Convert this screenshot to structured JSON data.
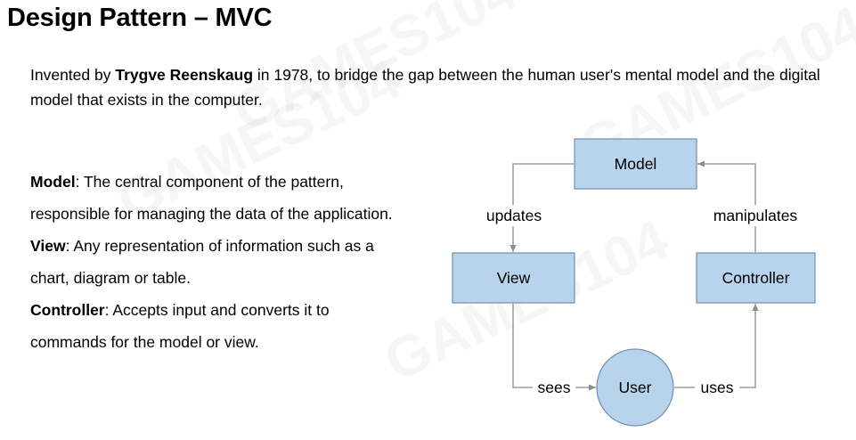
{
  "title": "Design Pattern – MVC",
  "intro": {
    "prefix": "Invented by ",
    "inventor": "Trygve Reenskaug",
    "suffix": " in 1978, to bridge the gap between the human user's mental model and the digital model that exists in the computer."
  },
  "definitions": [
    {
      "term": "Model",
      "text": ": The central component of the pattern, responsible for managing the data of the application."
    },
    {
      "term": "View",
      "text": ": Any representation of information such as a chart, diagram or table."
    },
    {
      "term": "Controller",
      "text": ": Accepts input and converts it to commands for the model or view."
    }
  ],
  "diagram": {
    "nodes": {
      "model": "Model",
      "view": "View",
      "controller": "Controller",
      "user": "User"
    },
    "edges": {
      "updates": "updates",
      "manipulates": "manipulates",
      "sees": "sees",
      "uses": "uses"
    }
  },
  "watermark": "GAMES104"
}
